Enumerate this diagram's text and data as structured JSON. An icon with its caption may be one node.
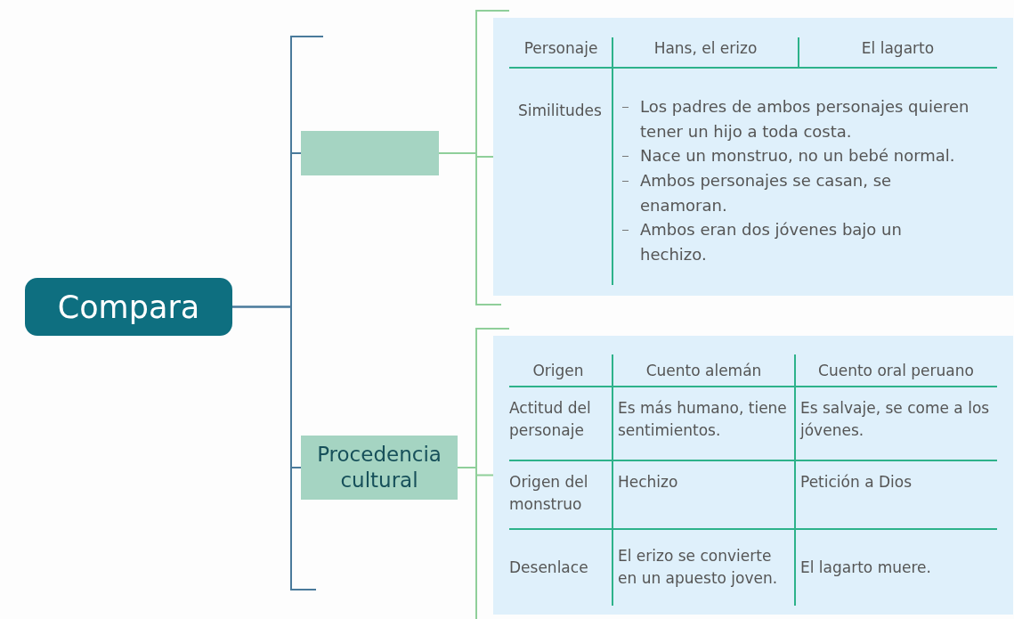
{
  "diagram": {
    "nodes": [
      {
        "text": [
          "Compara"
        ]
      },
      {
        "text": [],
        "shape": "box"
      },
      {
        "text": [
          "Procedencia cultural"
        ]
      },
      {
        "text": [
          "Personaje",
          "Hans, el erizo",
          "El lagarto",
          "Similitudes",
          "Los padres de ambos personajes quieren tener un hijo a toda costa.",
          "Nace un monstruo, no un bebé normal.",
          "Ambos personajes se casan, se enamoran.",
          "Ambos eran dos jóvenes bajo un hechizo."
        ]
      },
      {
        "text": [
          "Origen",
          "Cuento alemán",
          "Cuento oral peruano",
          "Actitud del personaje",
          "Es más humano, tiene sentimientos.",
          "Es salvaje, se come a los jóvenes.",
          "Origen del monstruo",
          "Hechizo",
          "Petición a Dios",
          "Desenlace",
          "El erizo se convierte en un apuesto joven.",
          "El lagarto muere."
        ]
      }
    ],
    "edges": [
      {
        "from": 0,
        "to": 1,
        "arrow": "none"
      },
      {
        "from": 0,
        "to": 2,
        "arrow": "none"
      },
      {
        "from": 1,
        "to": 3,
        "arrow": "none",
        "color": "#8fcf9a"
      },
      {
        "from": 2,
        "to": 4,
        "arrow": "none",
        "color": "#8fcf9a"
      }
    ]
  }
}
